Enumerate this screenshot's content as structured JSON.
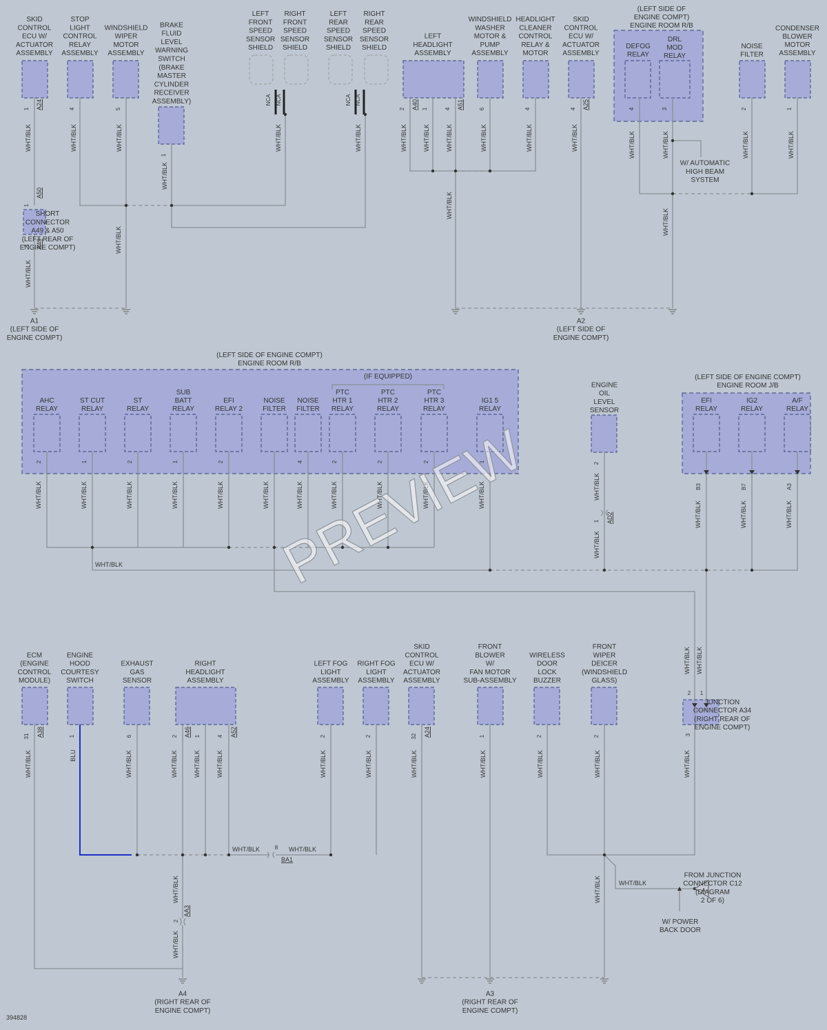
{
  "wire_color_main": "WHT/BLK",
  "wire_color_blue": "BLU",
  "colors": {
    "background": "#bfc8d2",
    "component_fill": "#a6acd7",
    "blue_wire": "#1d2fc9"
  },
  "watermark": "PREVIEW",
  "diagram_id": "394828",
  "nca": "NCA",
  "top_components": {
    "skid1": [
      "SKID",
      "CONTROL",
      "ECU W/",
      "ACTUATOR",
      "ASSEMBLY"
    ],
    "stop": [
      "STOP",
      "LIGHT",
      "CONTROL",
      "RELAY",
      "ASSEMBLY"
    ],
    "wiper": [
      "WINDSHIELD",
      "WIPER",
      "MOTOR",
      "ASSEMBLY"
    ],
    "brake": [
      "BRAKE",
      "FLUID",
      "LEVEL",
      "WARNING",
      "SWITCH",
      "(BRAKE",
      "MASTER",
      "CYLINDER",
      "RECEIVER",
      "ASSEMBLY)"
    ],
    "lf_speed": [
      "LEFT",
      "FRONT",
      "SPEED",
      "SENSOR",
      "SHIELD"
    ],
    "rf_speed": [
      "RIGHT",
      "FRONT",
      "SPEED",
      "SENSOR",
      "SHIELD"
    ],
    "lr_speed": [
      "LEFT",
      "REAR",
      "SPEED",
      "SENSOR",
      "SHIELD"
    ],
    "rr_speed": [
      "RIGHT",
      "REAR",
      "SPEED",
      "SENSOR",
      "SHIELD"
    ],
    "lhead": [
      "LEFT",
      "HEADLIGHT",
      "ASSEMBLY"
    ],
    "washer": [
      "WINDSHIELD",
      "WASHER",
      "MOTOR &",
      "PUMP",
      "ASSEMBLY"
    ],
    "hlclean": [
      "HEADLIGHT",
      "CLEANER",
      "CONTROL",
      "RELAY &",
      "MOTOR"
    ],
    "skid2": [
      "SKID",
      "CONTROL",
      "ECU W/",
      "ACTUATOR",
      "ASSEMBLY"
    ],
    "rb_top": [
      "(LEFT SIDE OF",
      "ENGINE COMPT)",
      "ENGINE ROOM R/B"
    ],
    "defog": [
      "DEFOG",
      "RELAY"
    ],
    "drl": [
      "DRL",
      "MOD",
      "RELAY"
    ],
    "noise_top": [
      "NOISE",
      "FILTER"
    ],
    "condenser": [
      "CONDENSER",
      "BLOWER",
      "MOTOR",
      "ASSEMBLY"
    ]
  },
  "top_pins": {
    "skid1": "1",
    "skid1_conn": "A24",
    "stop": "4",
    "wiper": "5",
    "brake": "1",
    "lhead_a": "2",
    "lhead_a_conn": "A40",
    "lhead_b": "1",
    "lhead_c": "4",
    "lhead_c_conn": "A51",
    "washer": "6",
    "hlclean": "4",
    "skid2": "4",
    "skid2_conn": "A25",
    "defog": "4",
    "drl": "3",
    "noise_top": "2",
    "condenser": "1"
  },
  "short_connector": {
    "pin_top": "1",
    "conn_top": "A50",
    "pin_bottom": "1",
    "conn_bottom": "A49",
    "label": [
      "SHORT",
      "CONNECTOR",
      "A49 & A50",
      "(LEFT REAR OF",
      "ENGINE COMPT)"
    ]
  },
  "auto_high_beam": [
    "W/ AUTOMATIC",
    "HIGH BEAM",
    "SYSTEM"
  ],
  "grounds": {
    "a1": [
      "A1",
      "(LEFT SIDE OF",
      "ENGINE COMPT)"
    ],
    "a2": [
      "A2",
      "(LEFT SIDE OF",
      "ENGINE COMPT)"
    ],
    "a4": [
      "A4",
      "(RIGHT REAR OF",
      "ENGINE COMPT)"
    ],
    "a3": [
      "A3",
      "(RIGHT REAR OF",
      "ENGINE COMPT)"
    ]
  },
  "mid_rb": {
    "header": [
      "(LEFT SIDE OF ENGINE COMPT)",
      "ENGINE ROOM R/B"
    ],
    "if_equipped": "(IF EQUIPPED)",
    "relays": [
      {
        "id": "ahc",
        "label": [
          "AHC",
          "RELAY"
        ],
        "pin": "2"
      },
      {
        "id": "stcut",
        "label": [
          "ST CUT",
          "RELAY"
        ],
        "pin": "1"
      },
      {
        "id": "st",
        "label": [
          "ST",
          "RELAY"
        ],
        "pin": "2"
      },
      {
        "id": "subbatt",
        "label": [
          "SUB",
          "BATT",
          "RELAY"
        ],
        "pin": "1"
      },
      {
        "id": "efi2",
        "label": [
          "EFI",
          "RELAY 2"
        ],
        "pin": "2"
      },
      {
        "id": "noise1",
        "label": [
          "NOISE",
          "FILTER"
        ],
        "pin": ""
      },
      {
        "id": "noise2",
        "label": [
          "NOISE",
          "FILTER"
        ],
        "pin": "4"
      },
      {
        "id": "ptc1",
        "label": [
          "PTC",
          "HTR 1",
          "RELAY"
        ],
        "pin": "2"
      },
      {
        "id": "ptc2",
        "label": [
          "PTC",
          "HTR 2",
          "RELAY"
        ],
        "pin": "2"
      },
      {
        "id": "ptc3",
        "label": [
          "PTC",
          "HTR 3",
          "RELAY"
        ],
        "pin": "2"
      },
      {
        "id": "ig15",
        "label": [
          "IG1 5",
          "RELAY"
        ],
        "pin": "1"
      }
    ]
  },
  "oil_sensor": {
    "label": [
      "ENGINE",
      "OIL",
      "LEVEL",
      "SENSOR"
    ],
    "pin": "2",
    "conn_pin": "1",
    "conn": "AD2"
  },
  "jb": {
    "header": [
      "(LEFT SIDE OF ENGINE COMPT)",
      "ENGINE ROOM J/B"
    ],
    "relays": [
      {
        "id": "efi",
        "label": [
          "EFI",
          "RELAY"
        ],
        "pin": "B3"
      },
      {
        "id": "ig2",
        "label": [
          "IG2",
          "RELAY"
        ],
        "pin": "B7"
      },
      {
        "id": "af",
        "label": [
          "A/F",
          "RELAY"
        ],
        "pin": "A3"
      }
    ]
  },
  "junction_a34": {
    "pin2": "2",
    "pin1": "1",
    "pin3": "3",
    "label": [
      "JUNCTION",
      "CONNECTOR A34",
      "(RIGHT REAR OF",
      "ENGINE COMPT)"
    ]
  },
  "bottom_components": {
    "ecm": [
      "ECM",
      "(ENGINE",
      "CONTROL",
      "MODULE)"
    ],
    "hood": [
      "ENGINE",
      "HOOD",
      "COURTESY",
      "SWITCH"
    ],
    "exhaust": [
      "EXHAUST",
      "GAS",
      "SENSOR"
    ],
    "rhead": [
      "RIGHT",
      "HEADLIGHT",
      "ASSEMBLY"
    ],
    "lfog": [
      "LEFT FOG",
      "LIGHT",
      "ASSEMBLY"
    ],
    "rfog": [
      "RIGHT FOG",
      "LIGHT",
      "ASSEMBLY"
    ],
    "skid3": [
      "SKID",
      "CONTROL",
      "ECU W/",
      "ACTUATOR",
      "ASSEMBLY"
    ],
    "blower": [
      "FRONT",
      "BLOWER",
      "W/",
      "FAN MOTOR",
      "SUB-ASSEMBLY"
    ],
    "buzzer": [
      "WIRELESS",
      "DOOR",
      "LOCK",
      "BUZZER"
    ],
    "deicer": [
      "FRONT",
      "WIPER",
      "DEICER",
      "(WINDSHIELD",
      "GLASS)"
    ]
  },
  "bottom_pins": {
    "ecm": "31",
    "ecm_conn": "A38",
    "hood": "1",
    "exhaust": "6",
    "rhead_a": "2",
    "rhead_a_conn": "A46",
    "rhead_b": "1",
    "rhead_c": "4",
    "rhead_c_conn": "A52",
    "lfog": "2",
    "rfog": "2",
    "skid3": "32",
    "skid3_conn": "A24",
    "blower": "1",
    "buzzer": "2",
    "deicer": "2",
    "ba1_pin": "8",
    "ba1_conn": "BA1",
    "aa3_pin": "2",
    "aa3_conn": "AA3"
  },
  "from_c12": {
    "marker": "A",
    "label": [
      "FROM JUNCTION",
      "CONNECTOR C12",
      "(DIAGRAM",
      "2 OF 6)"
    ]
  },
  "power_back_door": [
    "W/ POWER",
    "BACK DOOR"
  ]
}
